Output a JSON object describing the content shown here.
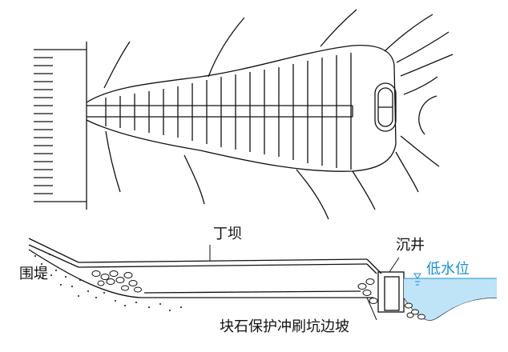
{
  "labels": {
    "spur_dike": "丁坝",
    "caisson": "沉井",
    "low_water_level": "低水位",
    "levee": "围堤",
    "riprap_scour_slope": "块石保护冲刷坑边坡"
  },
  "colors": {
    "line": "#111111",
    "water": "#bfe3f7",
    "water_text": "#1a8fd6"
  }
}
